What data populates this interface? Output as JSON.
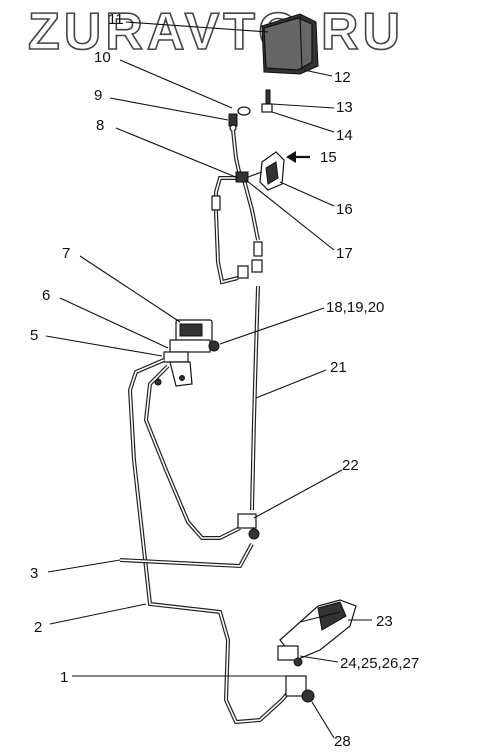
{
  "watermark": "ZURAVTO.RU",
  "callouts": [
    {
      "id": "1",
      "text": "1"
    },
    {
      "id": "2",
      "text": "2"
    },
    {
      "id": "3",
      "text": "3"
    },
    {
      "id": "5",
      "text": "5"
    },
    {
      "id": "6",
      "text": "6"
    },
    {
      "id": "7",
      "text": "7"
    },
    {
      "id": "8",
      "text": "8"
    },
    {
      "id": "9",
      "text": "9"
    },
    {
      "id": "10",
      "text": "10"
    },
    {
      "id": "11",
      "text": "11"
    },
    {
      "id": "12",
      "text": "12"
    },
    {
      "id": "13",
      "text": "13"
    },
    {
      "id": "14",
      "text": "14"
    },
    {
      "id": "15",
      "text": "15"
    },
    {
      "id": "16",
      "text": "16"
    },
    {
      "id": "17",
      "text": "17"
    },
    {
      "id": "18",
      "text": "18,19,20"
    },
    {
      "id": "21",
      "text": "21"
    },
    {
      "id": "22",
      "text": "22"
    },
    {
      "id": "23",
      "text": "23"
    },
    {
      "id": "24",
      "text": "24,25,26,27"
    },
    {
      "id": "28",
      "text": "28"
    }
  ]
}
